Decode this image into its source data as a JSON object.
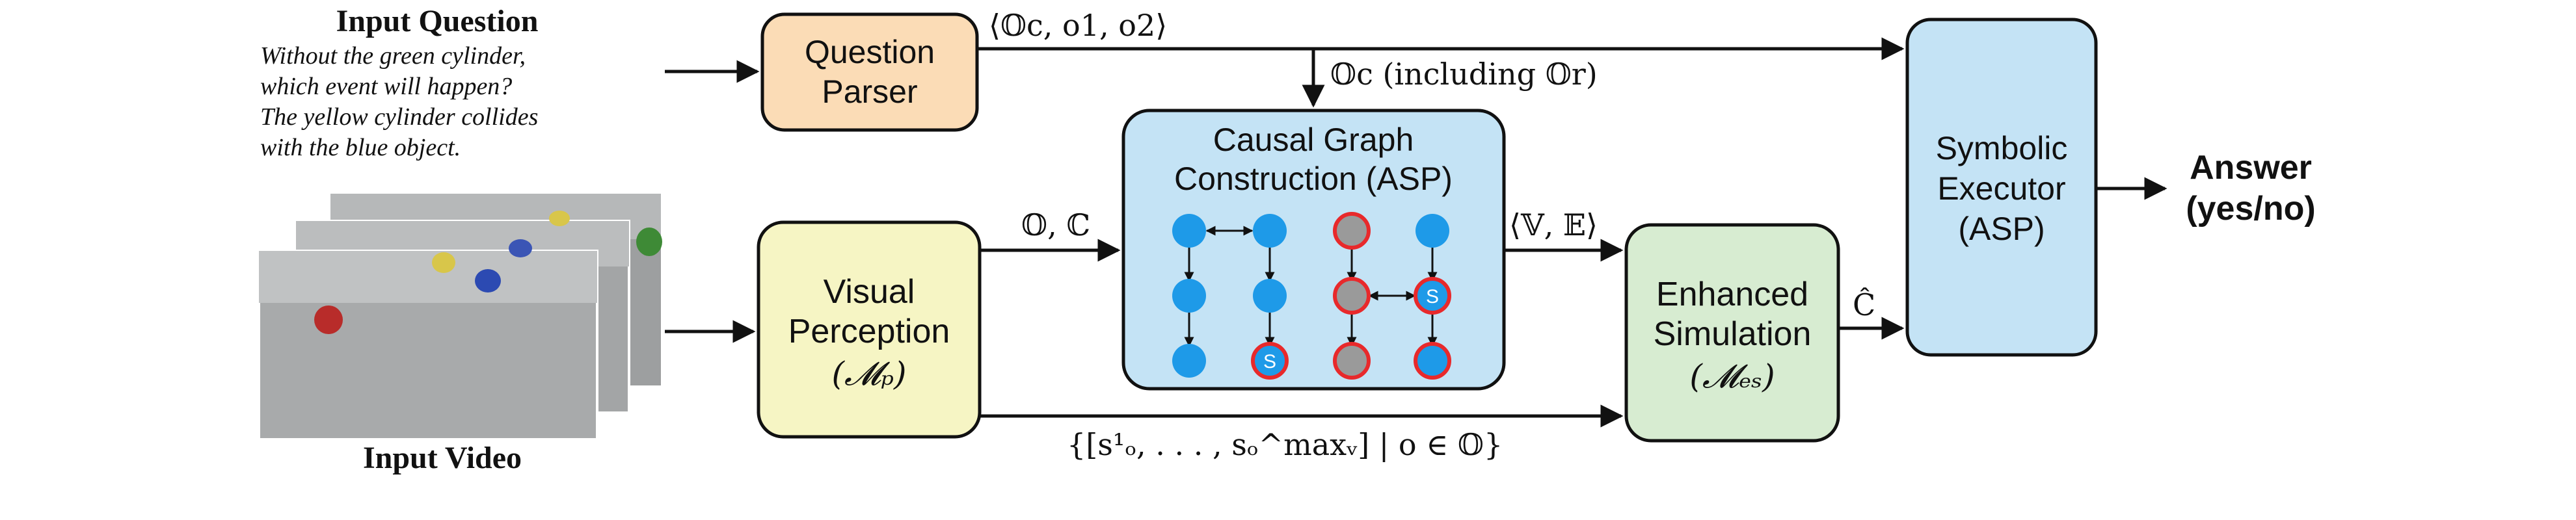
{
  "input_question": {
    "title": "Input Question",
    "lines": [
      "Without the green cylinder,",
      "which event will happen?",
      "The yellow cylinder collides",
      "with the blue object."
    ]
  },
  "input_video": {
    "label": "Input Video"
  },
  "modules": {
    "question_parser": {
      "lines": [
        "Question",
        "Parser"
      ]
    },
    "visual_perception": {
      "lines": [
        "Visual",
        "Perception",
        "(𝓜ₚ)"
      ]
    },
    "causal_graph": {
      "lines": [
        "Causal Graph",
        "Construction (ASP)"
      ]
    },
    "enhanced_simulation": {
      "lines": [
        "Enhanced",
        "Simulation",
        "(𝓜ₑₛ)"
      ]
    },
    "symbolic_executor": {
      "lines": [
        "Symbolic",
        "Executor",
        "(ASP)"
      ]
    }
  },
  "answer": {
    "lines": [
      "Answer",
      "(yes/no)"
    ]
  },
  "edge_labels": {
    "parser_to_executor": "⟨𝕆c, o1, o2⟩",
    "parser_to_graph": "𝕆c (including 𝕆r)",
    "perception_to_graph": "𝕆, ℂ",
    "graph_to_simulation": "⟨𝕍, 𝔼⟩",
    "simulation_to_executor": "Ĉ",
    "perception_to_simulation": "{[s¹ₒ, . . . , sₒ^maxᵥ] | o ∈ 𝕆}"
  },
  "graph_nodes": [
    {
      "fill": "blue",
      "border": false,
      "label": ""
    },
    {
      "fill": "blue",
      "border": false,
      "label": ""
    },
    {
      "fill": "gray",
      "border": true,
      "label": ""
    },
    {
      "fill": "blue",
      "border": false,
      "label": ""
    },
    {
      "fill": "blue",
      "border": false,
      "label": ""
    },
    {
      "fill": "blue",
      "border": false,
      "label": ""
    },
    {
      "fill": "gray",
      "border": true,
      "label": ""
    },
    {
      "fill": "blue",
      "border": true,
      "label": "S"
    },
    {
      "fill": "blue",
      "border": false,
      "label": ""
    },
    {
      "fill": "blue",
      "border": true,
      "label": "S"
    },
    {
      "fill": "gray",
      "border": true,
      "label": ""
    },
    {
      "fill": "blue",
      "border": true,
      "label": ""
    }
  ],
  "colors": {
    "parser_fill": "#fbdcb6",
    "perception_fill": "#f6f5c4",
    "graph_fill": "#c4e3f5",
    "simulation_fill": "#d7ecd1",
    "executor_fill": "#c4e3f5",
    "node_blue": "#1e9ae8",
    "node_gray": "#9a9a9a",
    "node_border": "#e8292b"
  }
}
